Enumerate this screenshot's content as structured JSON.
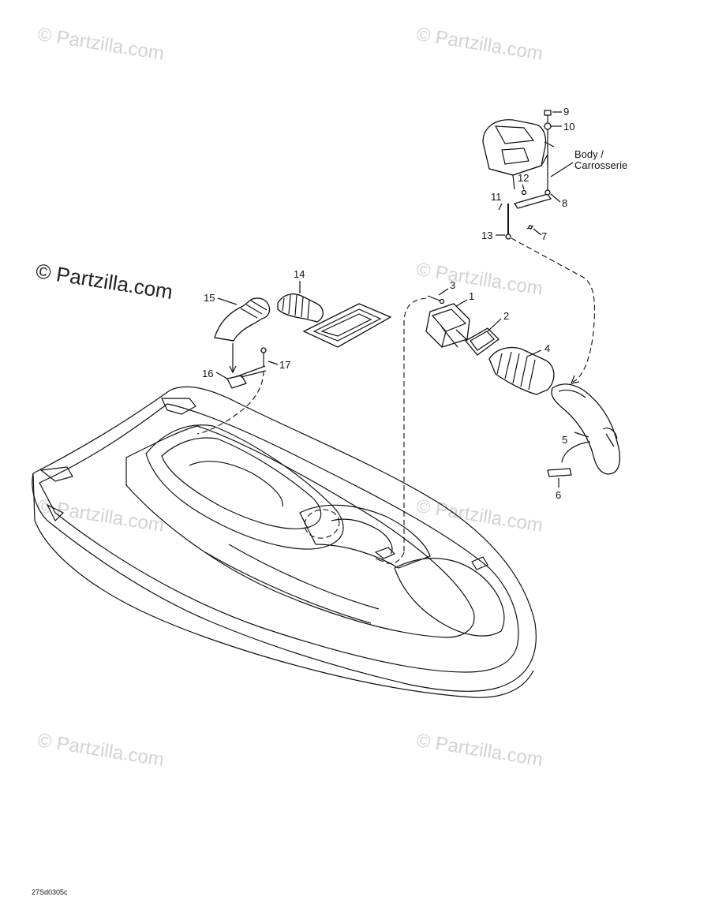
{
  "watermark_text": "© Partzilla.com",
  "diagram_code": "27Sd0305c",
  "body_note": [
    "Body /",
    "Carrosserie"
  ],
  "callouts": [
    "1",
    "2",
    "3",
    "4",
    "5",
    "6",
    "7",
    "8",
    "9",
    "10",
    "11",
    "12",
    "13",
    "14",
    "15",
    "16",
    "17"
  ]
}
